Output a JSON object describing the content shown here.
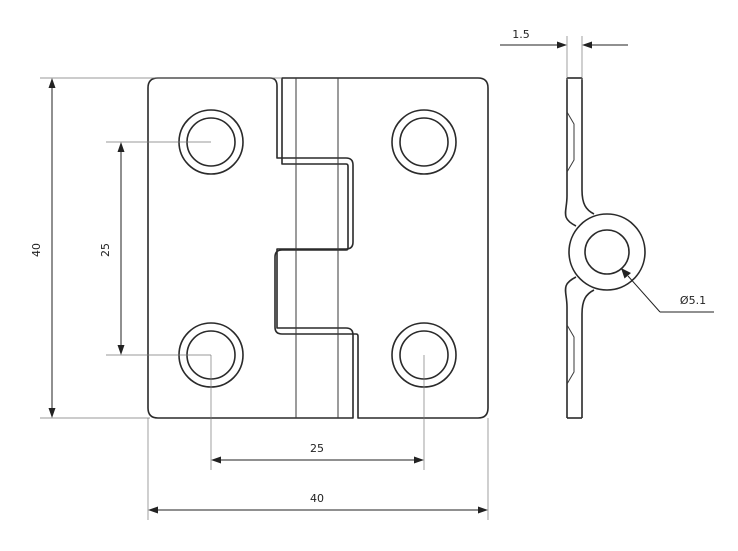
{
  "dimensions": {
    "overall_height": "40",
    "hole_spacing_vertical": "25",
    "hole_spacing_horizontal": "25",
    "overall_width": "40",
    "thickness": "1.5",
    "pin_diameter": "Ø5.1"
  },
  "colors": {
    "line": "#2a2a2a",
    "background": "#ffffff"
  }
}
